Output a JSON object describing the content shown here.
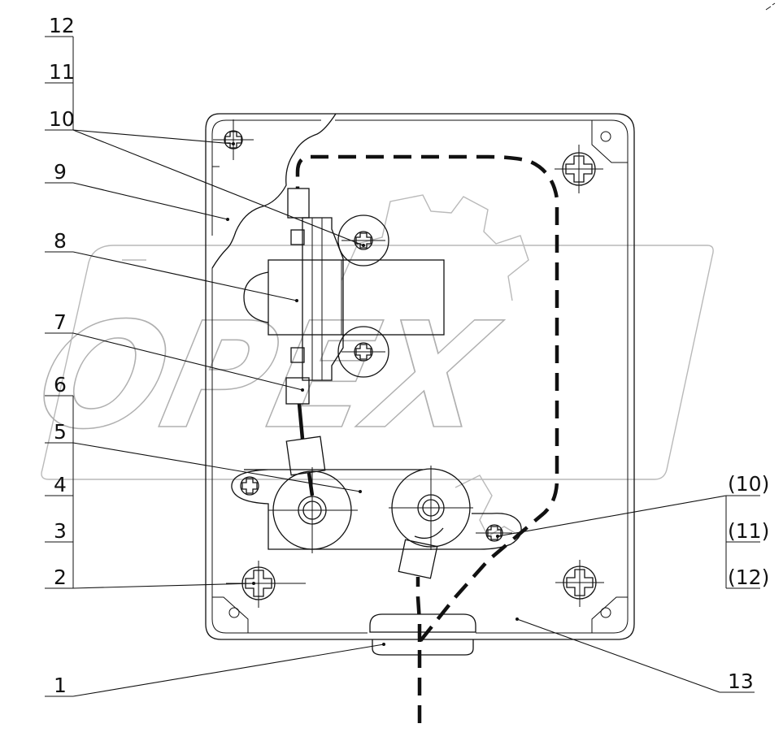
{
  "labels": {
    "l1": "1",
    "l2": "2",
    "l3": "3",
    "l4": "4",
    "l5": "5",
    "l6": "6",
    "l7": "7",
    "l8": "8",
    "l9": "9",
    "l10": "10",
    "l11": "11",
    "l12": "12",
    "l13": "13",
    "r10": "(10)",
    "r11": "(11)",
    "r12": "(12)"
  },
  "watermark": "OPEX",
  "colors": {
    "line": "#111111",
    "watermark": "#b0b0b0",
    "background": "#ffffff"
  }
}
